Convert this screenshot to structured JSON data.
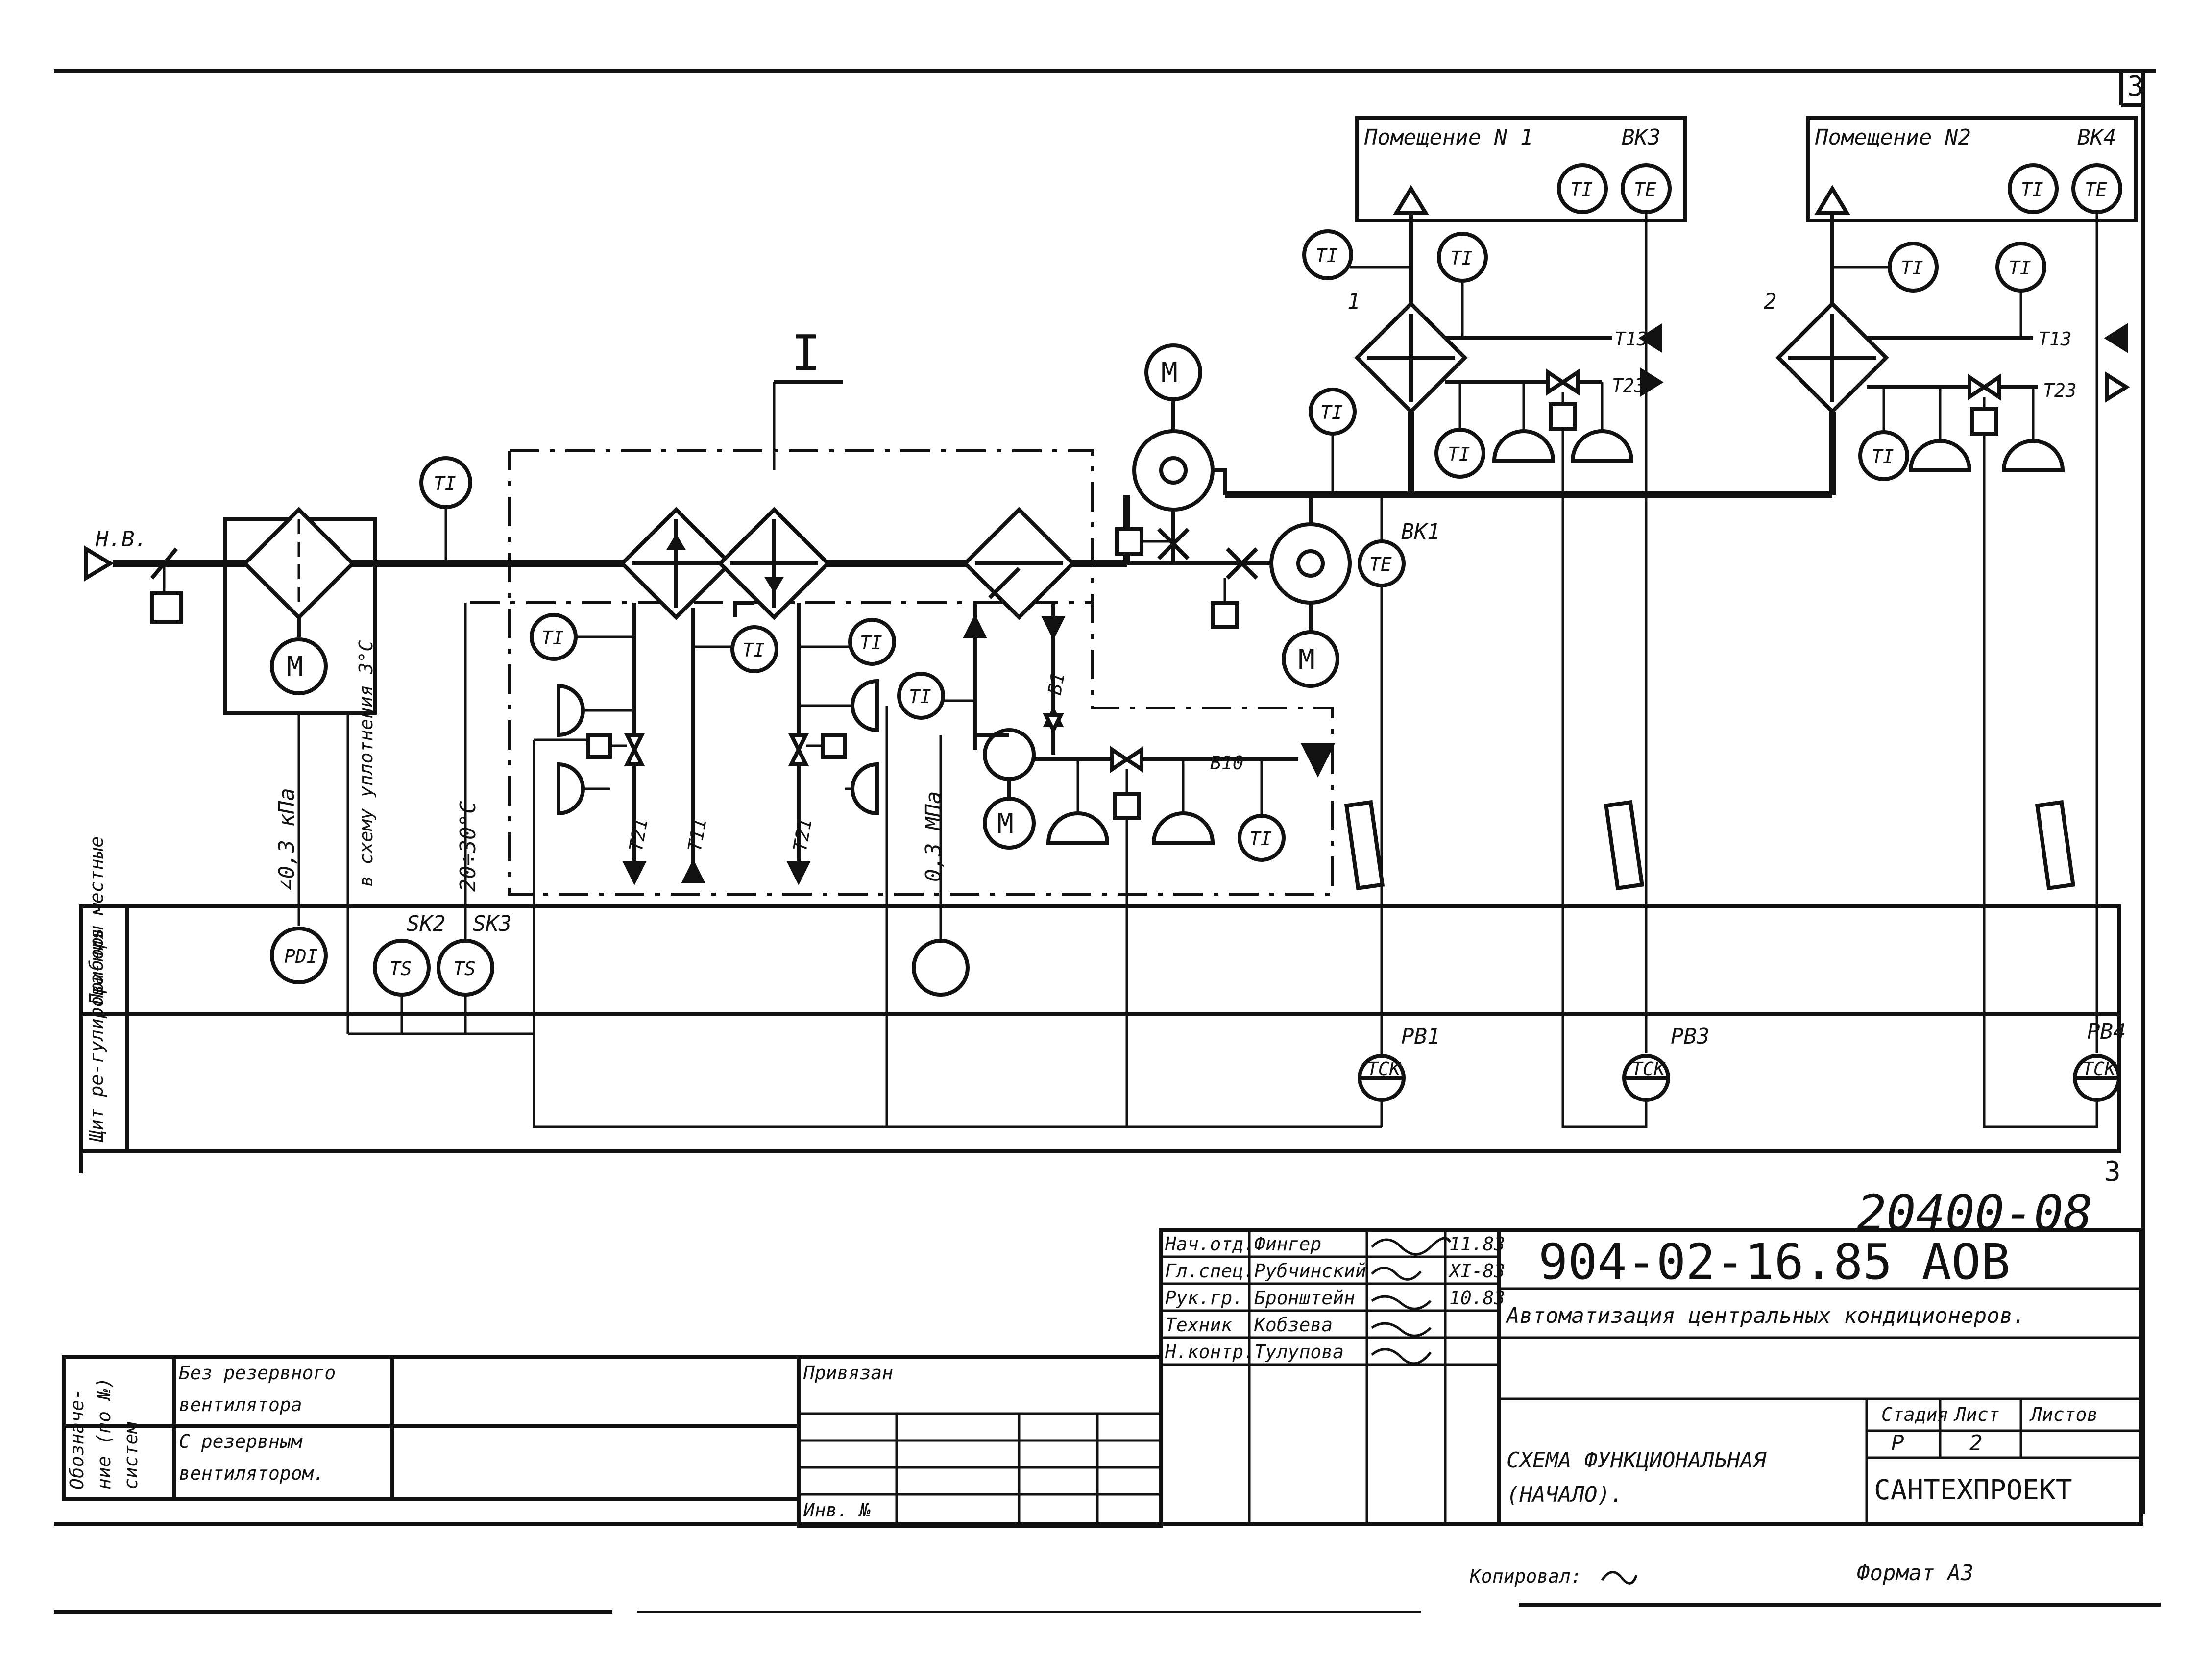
{
  "sheet": {
    "number": "3",
    "number_bottom": "3"
  },
  "inv_number": "20400-08",
  "drawing_code": "904-02-16.85  АОВ",
  "drawing_title": "Автоматизация центральных кондиционеров.",
  "sheet_title": [
    "СХЕМА ФУНКЦИОНАЛЬНАЯ",
    "(НАЧАЛО)."
  ],
  "org": "САНТЕХПРОЕКТ",
  "stage": {
    "label_stage": "Стадия",
    "label_sheet": "Лист",
    "label_sheets": "Листов",
    "stage": "Р",
    "sheet": "2"
  },
  "signatures": [
    {
      "role": "Нач.отд.",
      "name": "Фингер",
      "date": "11.83"
    },
    {
      "role": "Гл.спец.",
      "name": "Рубчинский",
      "date": "XI-83"
    },
    {
      "role": "Рук.гр.",
      "name": "Бронштейн",
      "date": "10.83"
    },
    {
      "role": "Техник",
      "name": "Кобзева",
      "date": ""
    },
    {
      "role": "Н.контр.",
      "name": "Тулупова",
      "date": ""
    }
  ],
  "bound": "Привязан",
  "inv": "Инв. №",
  "systems": {
    "side_label": [
      "Обозначе-",
      "ние (по №)",
      "систем"
    ],
    "row1": [
      "Без резервного",
      "вентилятора"
    ],
    "row2": [
      "С резервным",
      "вентилятором."
    ]
  },
  "footer": {
    "copied": "Копировал:",
    "format": "Формат А3"
  },
  "rooms": [
    {
      "title": "Помещение N 1",
      "tag": "ВК3"
    },
    {
      "title": "Помещение N2",
      "tag": "ВК4"
    }
  ],
  "side_rows": [
    "Приборы местные",
    "Щит ре-гулирова-ния"
  ],
  "labels": {
    "nv": "Н.В.",
    "unit": "I",
    "ti": "TI",
    "te": "TE",
    "ts": "TS",
    "tsk": "TCK",
    "pdi": "PDI",
    "m": "M",
    "sk2": "SK2",
    "sk3": "SK3",
    "vk1": "ВК1",
    "rv1": "РВ1",
    "rv3": "РВ3",
    "rv4": "РВ4",
    "t13": "Т13",
    "t23": "Т23",
    "t21": "Т21",
    "t11": "Т11",
    "b1": "В1",
    "b10": "В10",
    "n1": "1",
    "n2": "2",
    "p1": "∠0,3 кПа",
    "p2": "в схему уплотнения 3°С",
    "p3": "20÷30°С",
    "p4": "0,3 МПа"
  },
  "colors": {
    "ink": "#111111",
    "paper": "#ffffff"
  }
}
